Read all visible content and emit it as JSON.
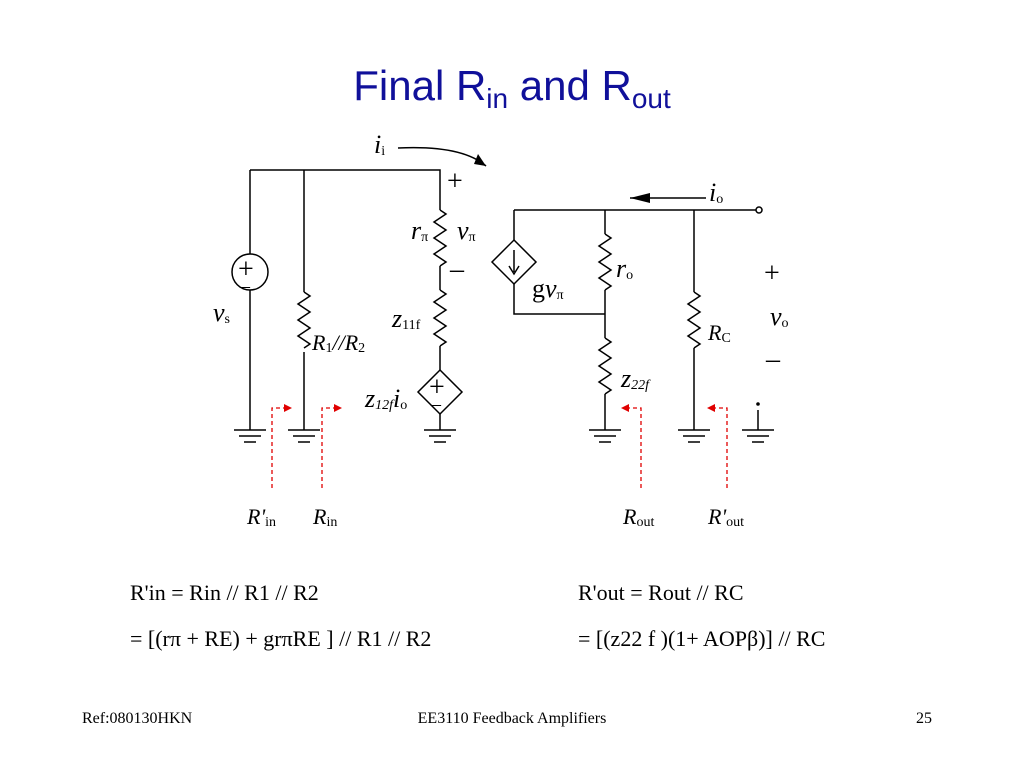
{
  "slide": {
    "title_main": "Final R",
    "title_sub1": "in",
    "title_mid": " and R",
    "title_sub2": "out"
  },
  "circuit": {
    "ii": {
      "base": "i",
      "sub": "i"
    },
    "io": {
      "base": "i",
      "sub": "o"
    },
    "rpi": {
      "base": "r",
      "sub": "π"
    },
    "vpi": {
      "base": "v",
      "sub": "π"
    },
    "vs": {
      "base": "v",
      "sub": "s"
    },
    "r1r2": {
      "a": "R",
      "a_sub": "1",
      "sep": "//",
      "b": "R",
      "b_sub": "2"
    },
    "z11f": {
      "base": "z",
      "sub": "11f"
    },
    "z12f": {
      "base": "z",
      "sub": "12f",
      "tail": "i",
      "tail_sub": "o"
    },
    "gvpi": {
      "prefix": "g",
      "base": "v",
      "sub": "π"
    },
    "ro": {
      "base": "r",
      "sub": "o"
    },
    "z22f": {
      "base": "z",
      "sub": "22f"
    },
    "rc": {
      "base": "R",
      "sub": "C"
    },
    "vo": {
      "base": "v",
      "sub": "o"
    },
    "plus": "+",
    "minus": "–",
    "rin_prime": {
      "base": "R'",
      "sub": "in"
    },
    "rin": {
      "base": "R",
      "sub": "in"
    },
    "rout": {
      "base": "R",
      "sub": "out"
    },
    "rout_prime": {
      "base": "R'",
      "sub": "out"
    }
  },
  "equations": {
    "rin_line1": "R'in = Rin // R1 // R2",
    "rin_line2": "= [(rπ + RE) + grπRE ] // R1 // R2",
    "rout_line1": "R'out = Rout // RC",
    "rout_line2": "= [(z22 f )(1+ AOPβ)] // RC"
  },
  "footer": {
    "left": "Ref:080130HKN",
    "center": "EE3110 Feedback Amplifiers",
    "page": "25"
  },
  "colors": {
    "title": "#10109a",
    "probe_arrow": "#e00000"
  }
}
